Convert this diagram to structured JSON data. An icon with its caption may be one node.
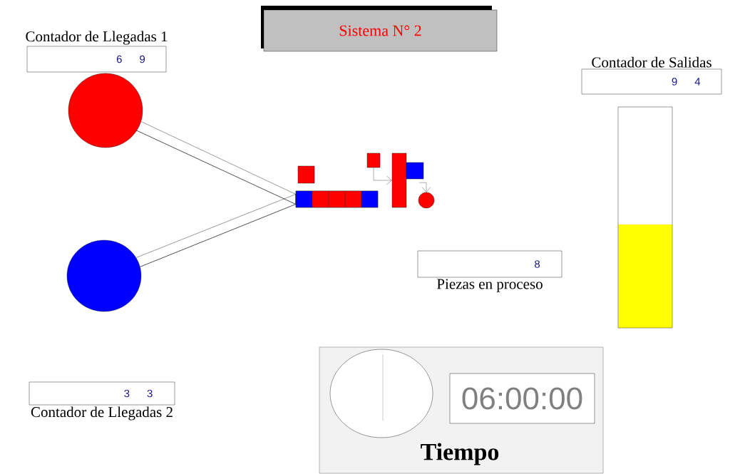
{
  "diagram": {
    "nodes": [
      {
        "text": [
          "Contador de Llegadas 1",
          "6 9"
        ]
      },
      {
        "text": [
          "Sistema N° 2"
        ]
      },
      {
        "text": [
          "Contador de Salidas",
          "9 4"
        ]
      },
      {
        "text": [],
        "shape": "circle"
      },
      {
        "text": [],
        "shape": "box"
      },
      {
        "text": [],
        "shape": "box"
      },
      {
        "text": [],
        "shape": "bar"
      },
      {
        "text": [],
        "shape": "box"
      },
      {
        "text": [],
        "shape": "box"
      },
      {
        "text": [],
        "shape": "circle"
      },
      {
        "text": [],
        "shape": "bar"
      },
      {
        "text": [
          "8",
          "Piezas en proceso"
        ]
      },
      {
        "text": [],
        "shape": "circle"
      },
      {
        "text": [
          "3 3",
          "Contador de Llegadas 2"
        ]
      },
      {
        "text": [
          "Tiempo"
        ]
      },
      {
        "text": [],
        "shape": "circle",
        "in": 14
      },
      {
        "text": [
          "06:00:00"
        ],
        "in": 14
      }
    ],
    "edges": [
      {
        "from": 3,
        "to": 8,
        "arrow": "none"
      },
      {
        "from": 12,
        "to": 8,
        "arrow": "none"
      },
      {
        "from": 5,
        "to": 6,
        "arrow": "to"
      },
      {
        "from": 7,
        "to": 9,
        "arrow": "to"
      }
    ]
  }
}
